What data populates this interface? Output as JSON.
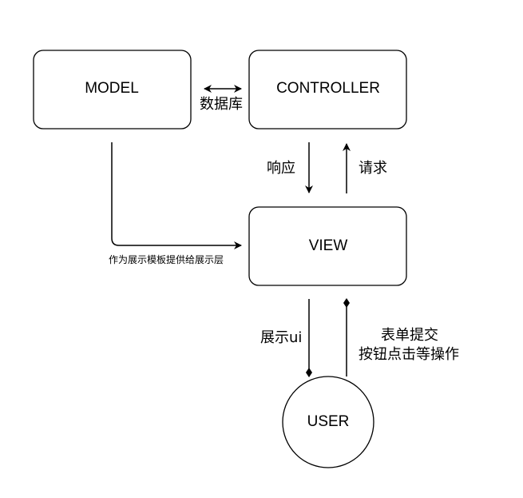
{
  "nodes": {
    "model": "MODEL",
    "controller": "CONTROLLER",
    "view": "VIEW",
    "user": "USER"
  },
  "edges": {
    "model_controller": "数据库",
    "controller_to_view": "响应",
    "view_to_controller": "请求",
    "model_to_view": "作为展示模板提供给展示层",
    "view_to_user": "展示ui",
    "user_to_view_line1": "表单提交",
    "user_to_view_line2": "按钮点击等操作"
  }
}
